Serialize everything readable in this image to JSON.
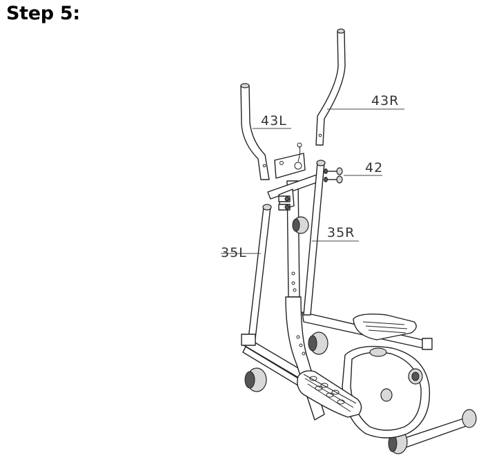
{
  "header": {
    "step_title": "Step 5:"
  },
  "diagram": {
    "labels": {
      "part_43R": "43R",
      "part_43L": "43L",
      "part_42": "42",
      "part_35R": "35R",
      "part_35L": "35L"
    }
  }
}
